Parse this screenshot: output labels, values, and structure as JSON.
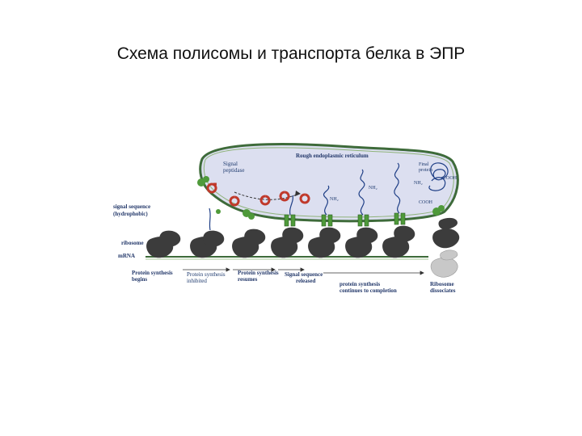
{
  "title": "Схема полисомы и транспорта белка в ЭПР",
  "labels": {
    "rough_er_lumen": "Rough endoplasmic reticulum",
    "signal_peptidase": [
      "Signal",
      "peptidase"
    ],
    "signal_sequence": [
      "signal sequence",
      "(hydrophobic)"
    ],
    "ribosome": "ribosome",
    "mrna": "mRNA",
    "nh2": "NH₂",
    "cooh": "COOH",
    "final_protein": [
      "Final",
      "protein"
    ]
  },
  "steps": [
    [
      "Protein synthesis",
      "begins"
    ],
    [
      "Protein synthesis",
      "inhibited"
    ],
    [
      "Protein synthesis",
      "resumes"
    ],
    [
      "Signal sequence",
      "released"
    ],
    [
      "protein synthesis",
      "continues to completion"
    ],
    [
      "Ribosome",
      "dissociates"
    ]
  ],
  "colors": {
    "er_membrane": "#3e6b3a",
    "lumen": "#dcdff0",
    "ribosome": "#3c3c3c",
    "ribosome_released": "#c8c8c8",
    "channel": "#4f9a3a",
    "signal_peptidase": "#c0392b",
    "protein_chain": "#1f3f86",
    "text": "#1e3a6e"
  }
}
